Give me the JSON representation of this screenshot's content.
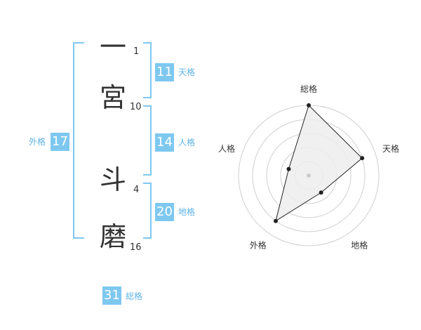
{
  "name": {
    "characters": [
      {
        "char": "一",
        "strokes": "1"
      },
      {
        "char": "宮",
        "strokes": "10"
      },
      {
        "char": "斗",
        "strokes": "4"
      },
      {
        "char": "磨",
        "strokes": "16"
      }
    ]
  },
  "fortune": {
    "tenkaku": {
      "value": "11",
      "label": "天格"
    },
    "jinkaku": {
      "value": "14",
      "label": "人格"
    },
    "chikaku": {
      "value": "20",
      "label": "地格"
    },
    "gaikaku": {
      "value": "17",
      "label": "外格"
    },
    "soukaku": {
      "value": "31",
      "label": "総格"
    }
  },
  "colors": {
    "accent": "#7ec8f0",
    "accent_text": "#5fb4e8",
    "text": "#333333"
  },
  "chart_data": {
    "type": "radar",
    "axes": [
      "総格",
      "天格",
      "地格",
      "外格",
      "人格"
    ],
    "values": [
      5,
      4,
      1.5,
      4,
      1.5
    ],
    "rmax": 5,
    "rings": 5
  }
}
